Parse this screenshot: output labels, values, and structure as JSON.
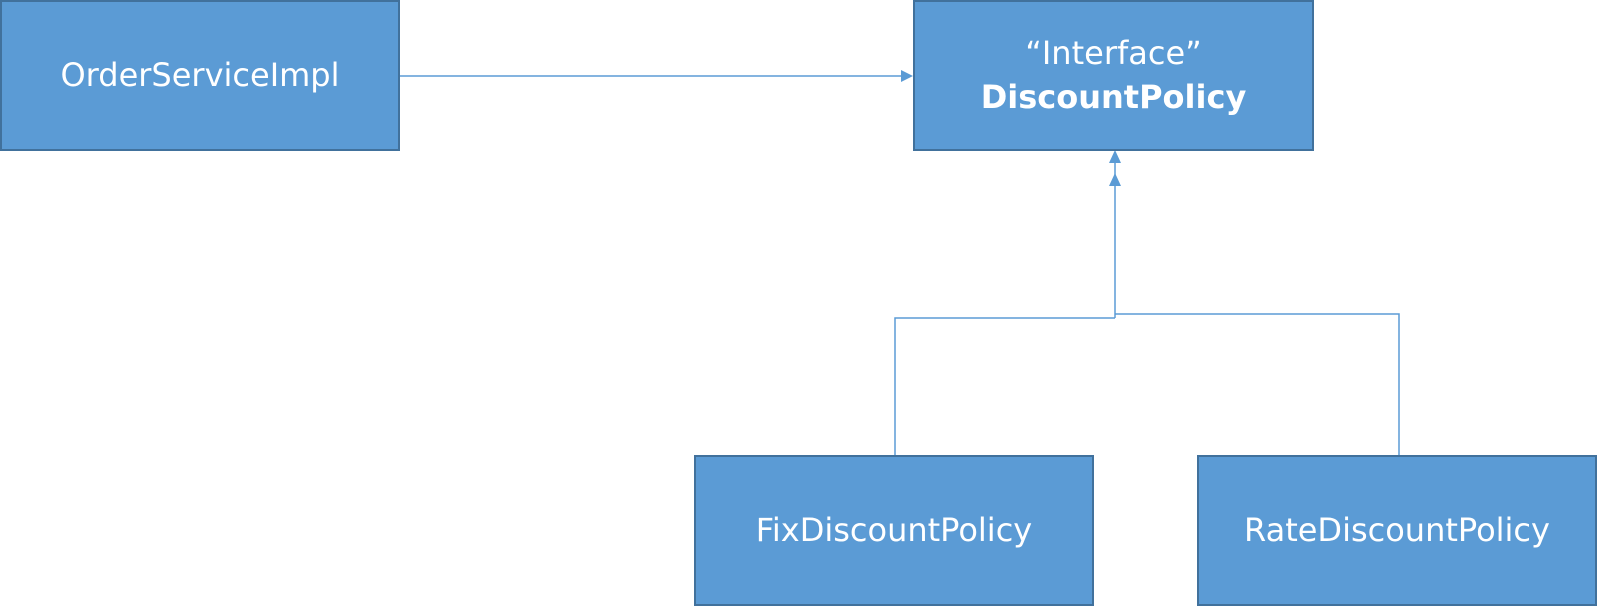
{
  "diagram": {
    "nodes": {
      "order_service": {
        "label": "OrderServiceImpl"
      },
      "discount_policy": {
        "stereotype": "“Interface”",
        "label": "DiscountPolicy"
      },
      "fix_discount": {
        "label": "FixDiscountPolicy"
      },
      "rate_discount": {
        "label": "RateDiscountPolicy"
      }
    },
    "colors": {
      "box_fill": "#5b9bd5",
      "box_border": "#41719c",
      "connector": "#5b9bd5",
      "text": "#ffffff"
    },
    "relations": [
      {
        "from": "order_service",
        "to": "discount_policy",
        "kind": "dependency"
      },
      {
        "from": "fix_discount",
        "to": "discount_policy",
        "kind": "implementation"
      },
      {
        "from": "rate_discount",
        "to": "discount_policy",
        "kind": "implementation"
      }
    ]
  }
}
